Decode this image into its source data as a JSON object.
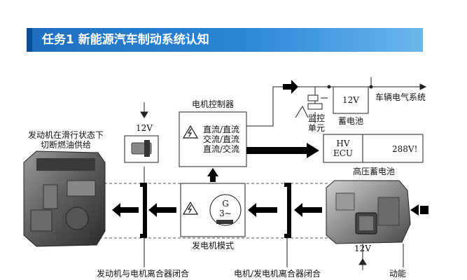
{
  "header": {
    "title": "任务1  新能源汽车制动系统认知"
  },
  "labels": {
    "engine_line1": "发动机在滑行状态下",
    "engine_line2": "切断燃油供给",
    "voltage_top": "12V",
    "voltage_bottom": "12V",
    "controller_title": "电机控制器",
    "conv1": "直流/直流",
    "conv2": "交流/直流",
    "conv3": "直流/交流",
    "monitor1": "监控",
    "monitor2": "单元",
    "battery_12v_value": "12V",
    "battery_12v_label": "蓄电池",
    "vehicle_electric": "车辆电气系统",
    "hv_line1": "HV",
    "hv_line2": "ECU",
    "hv_voltage": "288V!",
    "hv_battery_label": "高压蓄电池",
    "generator_symbol": "G",
    "generator_sub": "3~",
    "generator_mode": "发电机模式",
    "clutch_engine": "发动机与电机离合器闭合",
    "clutch_motor": "电机/发电机离合器闭合",
    "kinetic": "动能"
  },
  "colors": {
    "banner_start": "#1f6ec0",
    "banner_end": "#6bb6ee",
    "banner_accent": "#0a4e96",
    "arrow": "#000000",
    "line": "#222222"
  },
  "icons": [
    "high-voltage-warning-icon",
    "engine-image",
    "transmission-image",
    "actuator-icon",
    "potentiometer-icon"
  ]
}
